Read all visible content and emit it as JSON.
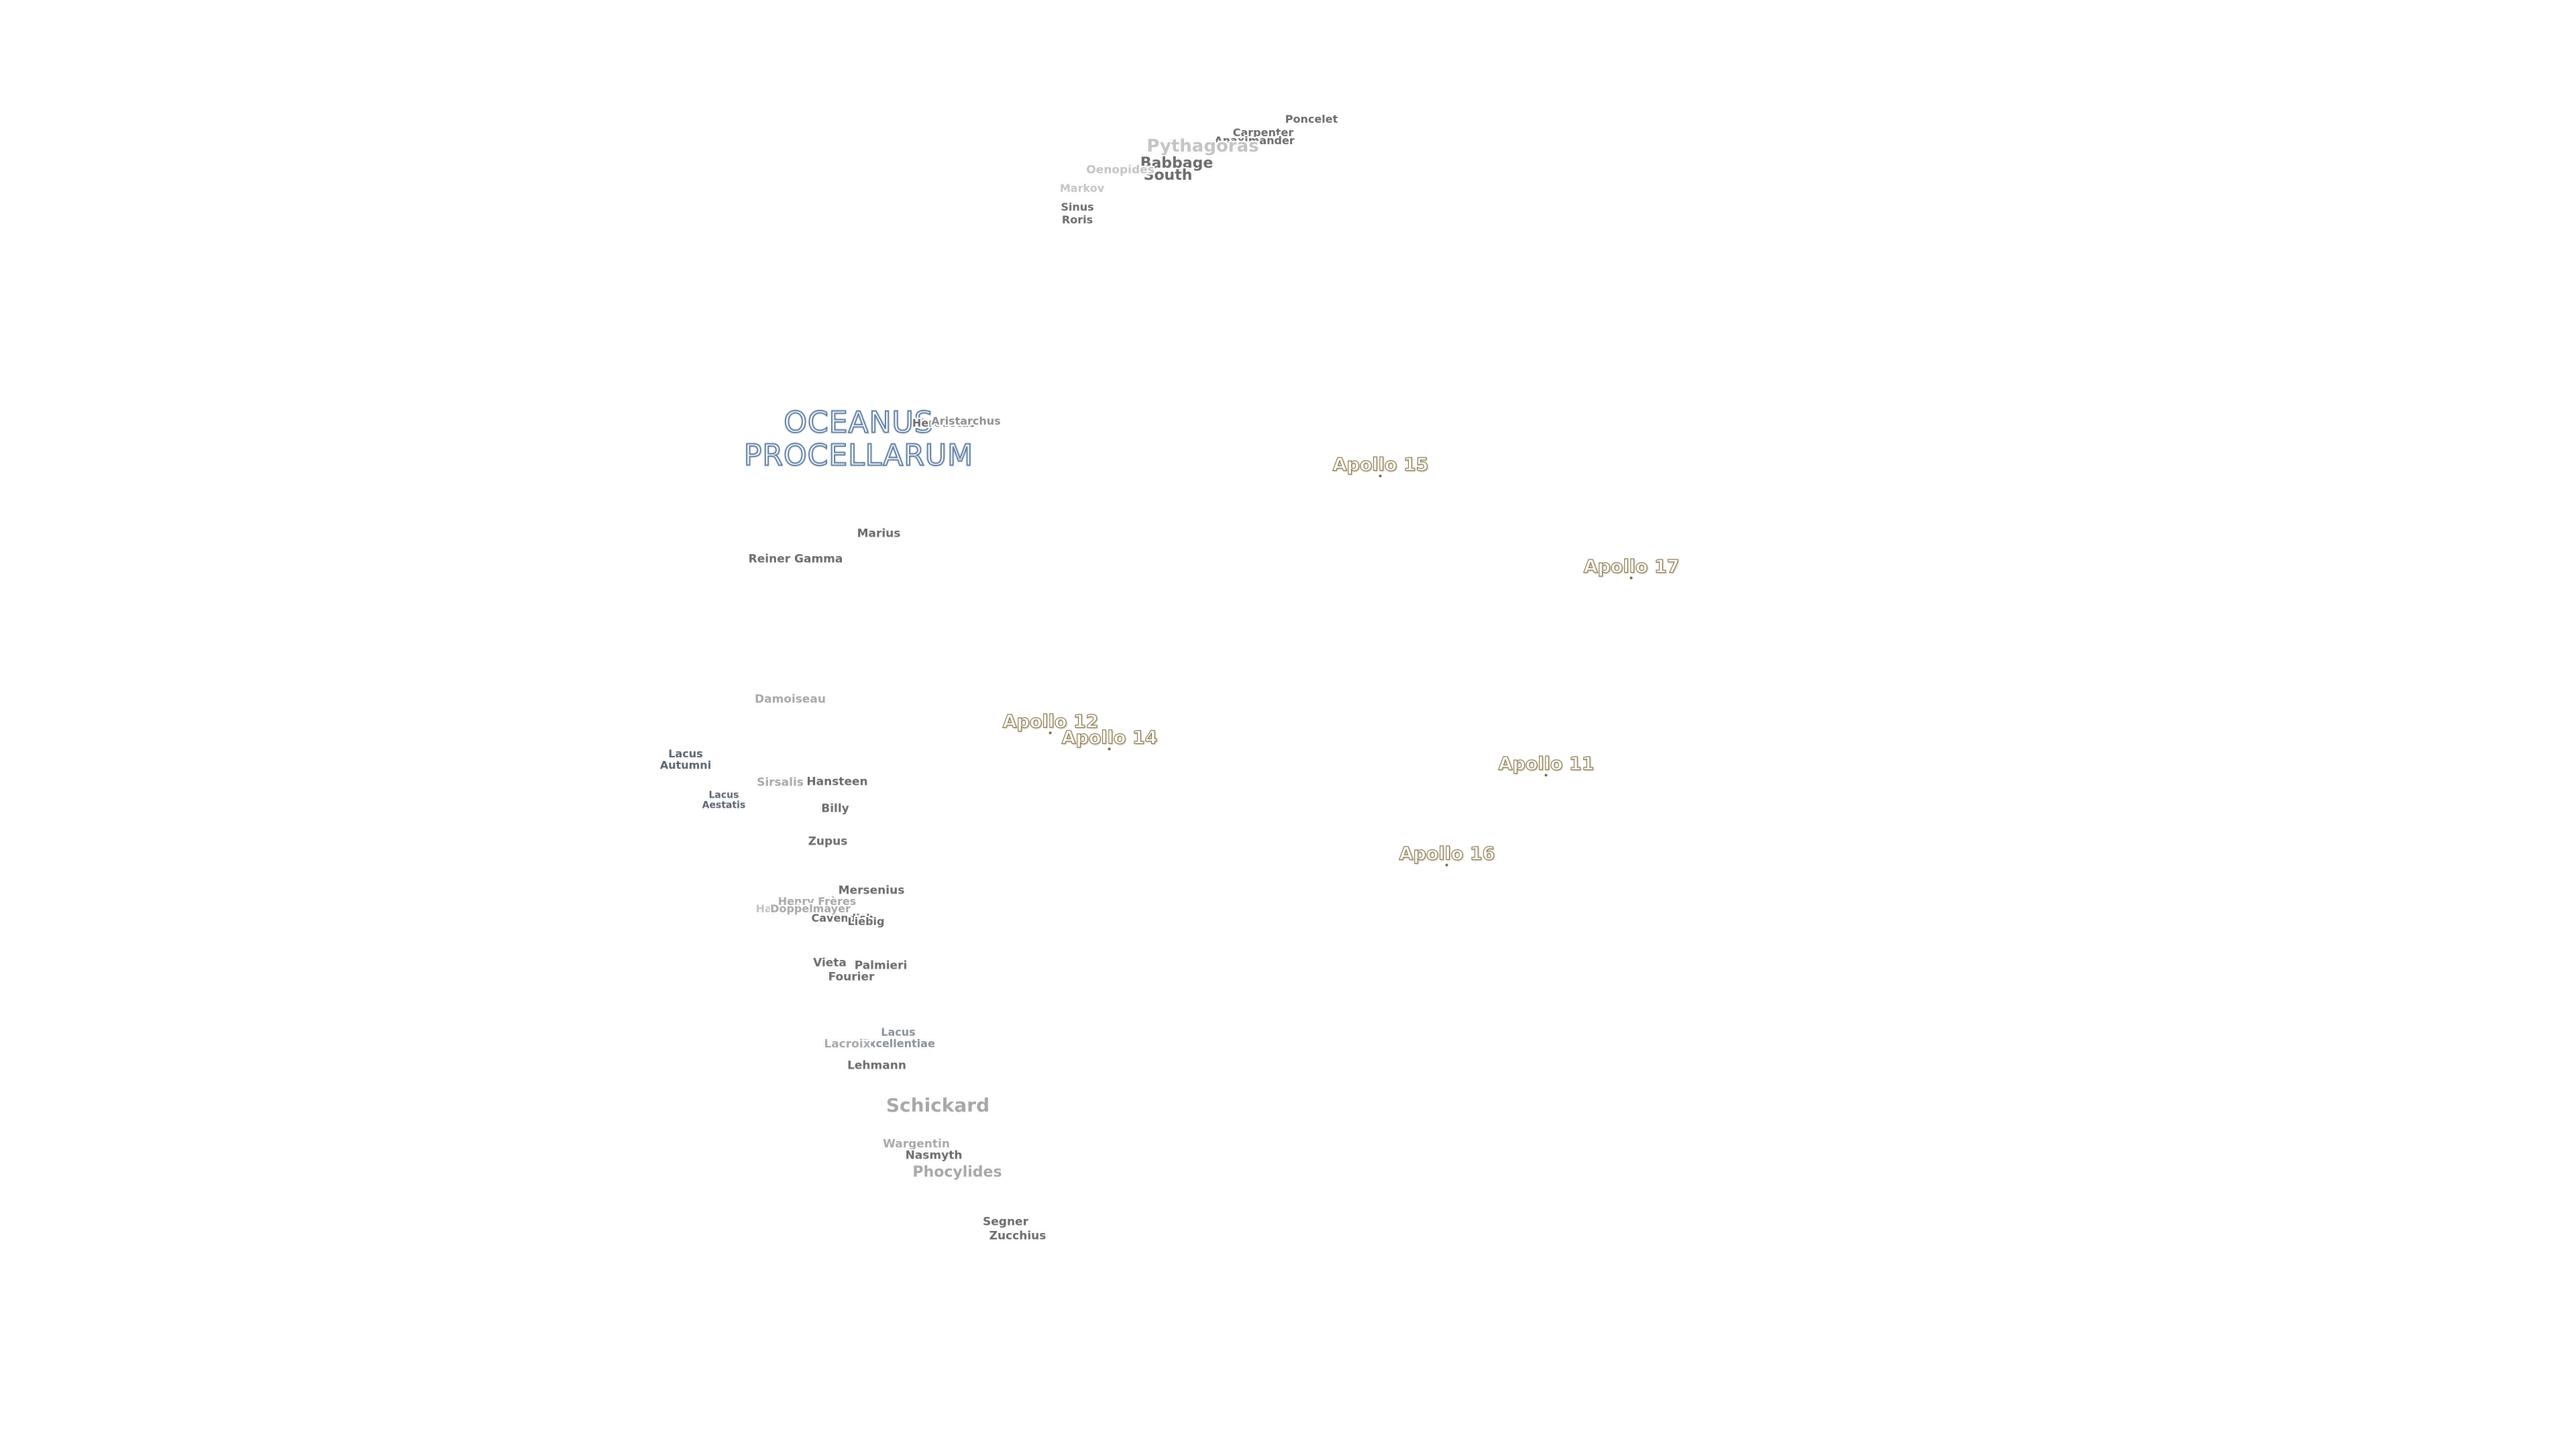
{
  "map": {
    "ocean": [
      "OCEANUS",
      "PROCELLARUM"
    ],
    "apollo_sites": [
      "Apollo 15",
      "Apollo 17",
      "Apollo 12",
      "Apollo 14",
      "Apollo 11",
      "Apollo 16"
    ],
    "craters_north": [
      "Poncelet",
      "Carpenter",
      "Anaximander",
      "Pythagoras",
      "Babbage",
      "South",
      "Oenopides",
      "Markov",
      "Sinus",
      "Roris"
    ],
    "craters_ocean": [
      "Herodotus",
      "Aristarchus",
      "Marius",
      "Reiner Gamma"
    ],
    "craters_southwest": [
      "Damoiseau",
      "Sirsalis",
      "Hansteen",
      "Billy",
      "Zupus",
      "Mersenius",
      "Henry Frères",
      "Hainzel",
      "Cavendish",
      "Doppelmayer",
      "Liebig",
      "Vieta",
      "Palmieri",
      "Fourier",
      "Lacroix",
      "Lehmann",
      "Schickard",
      "Wargentin",
      "Nasmyth",
      "Phocylides",
      "Segner",
      "Zucchius"
    ],
    "lakes": [
      "Lacus Autumni",
      "Lacus Aestatis",
      "Lacus Excellentiae"
    ]
  }
}
